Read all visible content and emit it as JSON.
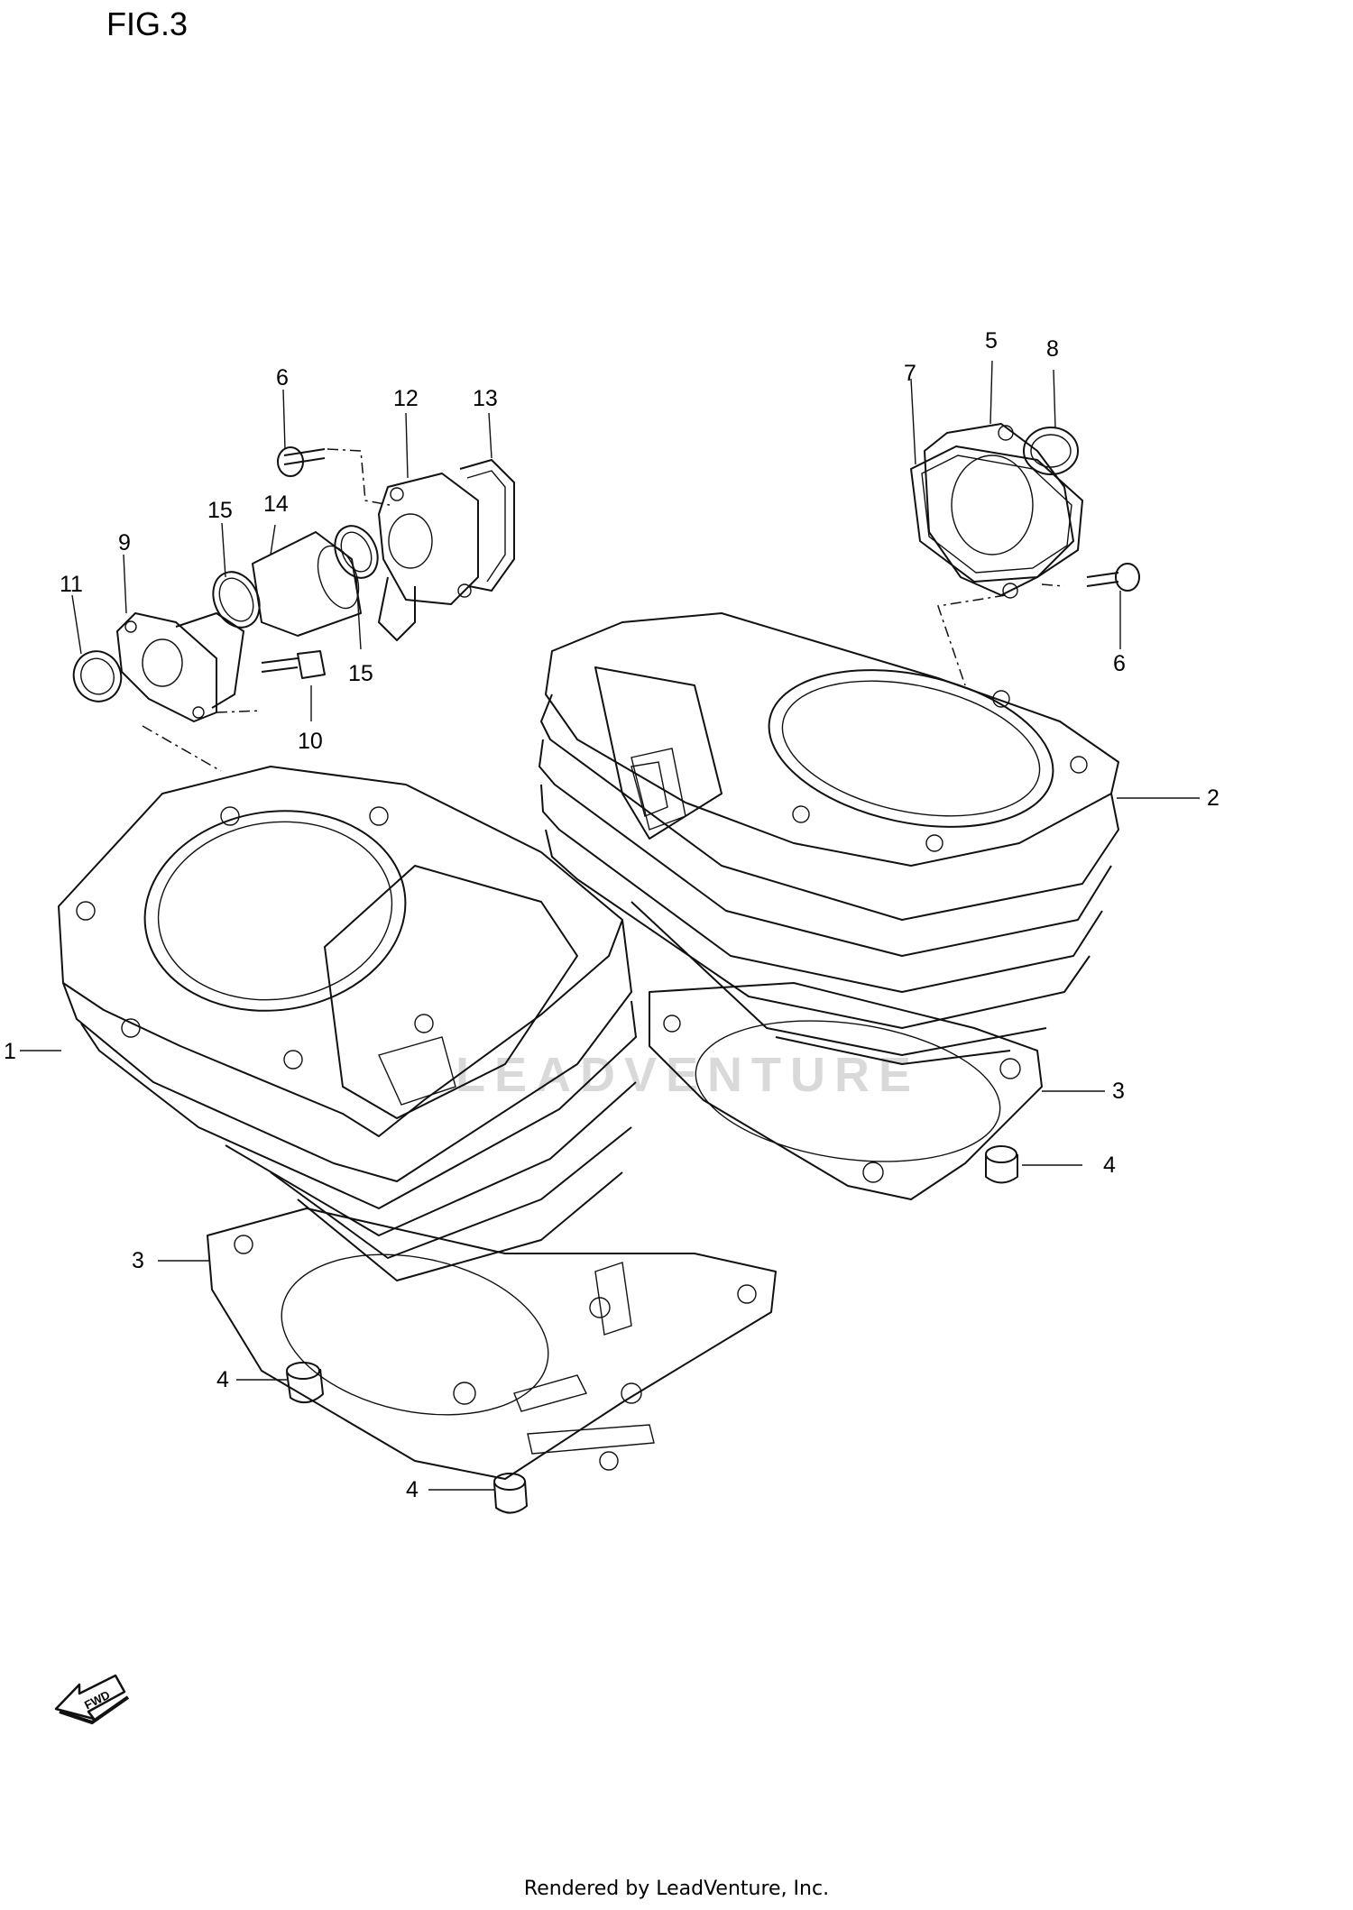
{
  "figure": {
    "title": "FIG.3"
  },
  "callouts": [
    {
      "id": "c1",
      "text": "1"
    },
    {
      "id": "c2",
      "text": "2"
    },
    {
      "id": "c3a",
      "text": "3"
    },
    {
      "id": "c3b",
      "text": "3"
    },
    {
      "id": "c4a",
      "text": "4"
    },
    {
      "id": "c4b",
      "text": "4"
    },
    {
      "id": "c4c",
      "text": "4"
    },
    {
      "id": "c5",
      "text": "5"
    },
    {
      "id": "c6a",
      "text": "6"
    },
    {
      "id": "c6b",
      "text": "6"
    },
    {
      "id": "c7",
      "text": "7"
    },
    {
      "id": "c8",
      "text": "8"
    },
    {
      "id": "c9",
      "text": "9"
    },
    {
      "id": "c10",
      "text": "10"
    },
    {
      "id": "c11",
      "text": "11"
    },
    {
      "id": "c12",
      "text": "12"
    },
    {
      "id": "c13",
      "text": "13"
    },
    {
      "id": "c14",
      "text": "14"
    },
    {
      "id": "c15a",
      "text": "15"
    },
    {
      "id": "c15b",
      "text": "15"
    }
  ],
  "direction_marker": {
    "text": "FWD"
  },
  "watermark": {
    "text": "LEADVENTURE"
  },
  "footer": {
    "text": "Rendered by LeadVenture, Inc."
  }
}
